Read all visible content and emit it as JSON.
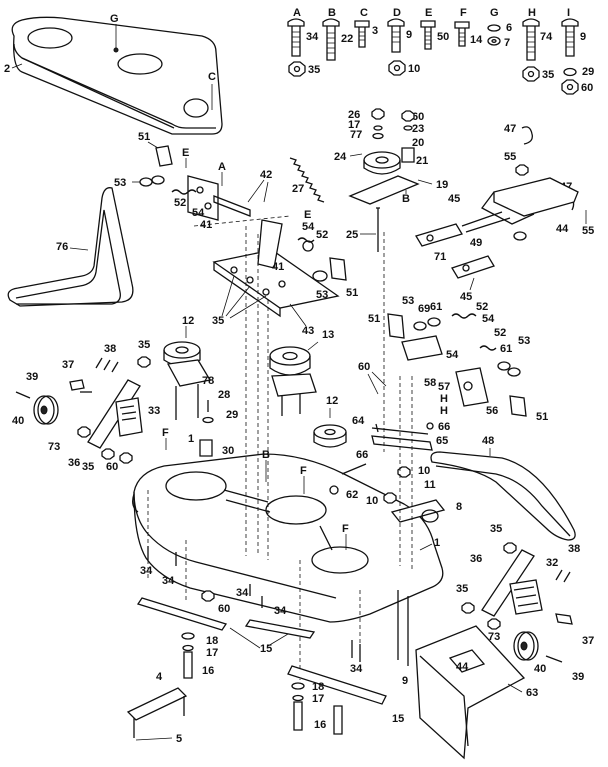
{
  "hardware": [
    {
      "letter": "A",
      "number": "34"
    },
    {
      "letter": "B",
      "number": "22"
    },
    {
      "letter": "C",
      "number": "3"
    },
    {
      "letter": "D",
      "number": "9"
    },
    {
      "letter": "E",
      "number": "50"
    },
    {
      "letter": "F",
      "number": "14"
    },
    {
      "letter": "G",
      "number": "6"
    },
    {
      "letter": "H",
      "number": "74"
    },
    {
      "letter": "I",
      "number": "9"
    }
  ],
  "hardware_extra": {
    "n35a": "35",
    "n10a": "10",
    "n7": "7",
    "n35b": "35",
    "n29": "29",
    "n60a": "60"
  },
  "callouts": {
    "c2": "2",
    "cG": "G",
    "cC": "C",
    "c51a": "51",
    "cEl": "E",
    "cA": "A",
    "c53a": "53",
    "c52a": "52",
    "c54a": "54",
    "c41a": "41",
    "c42": "42",
    "c26": "26",
    "c17a": "17",
    "c77": "77",
    "c60b": "60",
    "c23": "23",
    "c20": "20",
    "c24": "24",
    "c21": "21",
    "c27": "27",
    "c19": "19",
    "cB": "B",
    "c25": "25",
    "c47a": "47",
    "c55a": "55",
    "c47b": "47",
    "c44": "44",
    "c55b": "55",
    "c45a": "45",
    "c49": "49",
    "c71": "71",
    "c45b": "45",
    "cE2": "E",
    "c54b": "54",
    "c52b": "52",
    "c41b": "41",
    "c53b": "53",
    "c51b": "51",
    "c35c": "35",
    "c43": "43",
    "c76": "76",
    "c12a": "12",
    "c13": "13",
    "c38a": "38",
    "c35d": "35",
    "c37a": "37",
    "c39a": "39",
    "c40a": "40",
    "c73a": "73",
    "c36a": "36",
    "c35e": "35",
    "c60c": "60",
    "c33": "33",
    "c78": "78",
    "c28": "28",
    "c29b": "29",
    "c1a": "1",
    "c30": "30",
    "cF1": "F",
    "c51c": "51",
    "c53c": "53",
    "c69": "69",
    "c61a": "61",
    "c52c": "52",
    "c54c": "54",
    "c54d": "54",
    "c52d": "52",
    "c61b": "61",
    "c53d": "53",
    "c60d": "60",
    "c58": "58",
    "c57": "57",
    "cH1": "H",
    "cH2": "H",
    "c56": "56",
    "c51d": "51",
    "c12b": "12",
    "c64": "64",
    "c66a": "66",
    "c65": "65",
    "c48": "48",
    "cB2": "B",
    "cF2": "F",
    "c66b": "66",
    "c62": "62",
    "c10b": "10",
    "c10c": "10",
    "c11": "11",
    "c8": "8",
    "cF3": "F",
    "c1b": "1",
    "c34a": "34",
    "c34b": "34",
    "c60e": "60",
    "c34c": "34",
    "c34d": "34",
    "c15a": "15",
    "c35f": "35",
    "c36b": "36",
    "c32": "32",
    "c38b": "38",
    "c35g": "35",
    "c73b": "73",
    "c37b": "37",
    "c40b": "40",
    "c39b": "39",
    "c63": "63",
    "c18a": "18",
    "c17b": "17",
    "c16a": "16",
    "c4": "4",
    "c5": "5",
    "c34e": "34",
    "c9": "9",
    "c18b": "18",
    "c17c": "17",
    "c15b": "15",
    "c16b": "16",
    "deck_badge": "44"
  }
}
